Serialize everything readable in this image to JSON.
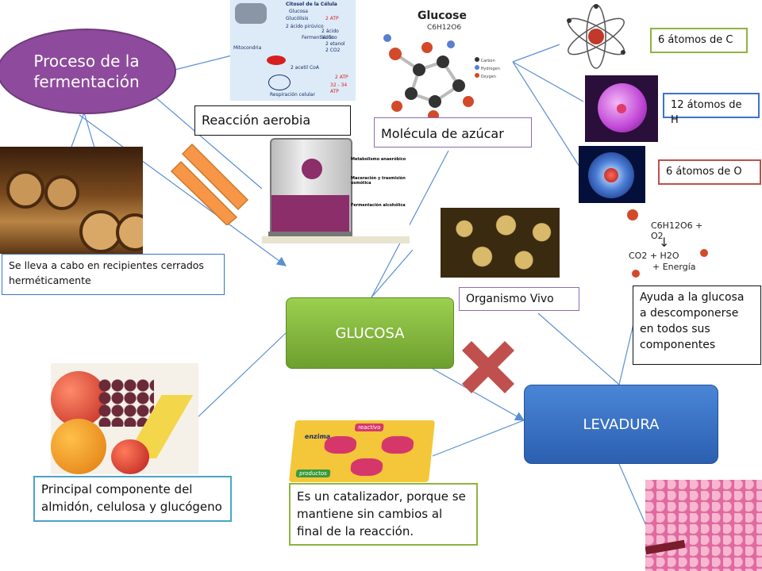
{
  "nodes": {
    "proceso": "Proceso de la fermentación",
    "glucosa": "GLUCOSA",
    "levadura": "LEVADURA"
  },
  "labels": {
    "reaccion_aerobia": "Reacción aerobia",
    "molecula_azucar": "Molécula de azúcar",
    "atomos_c": "6 átomos de C",
    "atomos_h": "12 átomos de H",
    "atomos_o": "6 átomos de O",
    "recipientes": "Se lleva a cabo en recipientes cerrados herméticamente",
    "organismo_vivo": "Organismo Vivo",
    "ayuda_glucosa": "Ayuda a la glucosa a descomponerse en todos sus componentes",
    "principal_componente": "Principal componente del almidón, celulosa y glucógeno",
    "catalizador": "Es un catalizador, porque se mantiene sin cambios al final de la reacción."
  },
  "figures": {
    "glucose_title": "Glucose",
    "glucose_formula": "C6H12O6",
    "glucose_legend": [
      "Carbon",
      "Hydrogen",
      "Oxygen"
    ],
    "cell_title": "Citosol de la Célula",
    "cell_glucosa": "Glucosa",
    "cell_glucolisis": "Glucólisis",
    "cell_atp1": "2 ATP",
    "cell_piruvico": "2 ácido pirúvico",
    "cell_lactico": "2 ácido láctico",
    "cell_fermentacion": "Fermentación",
    "cell_etanol": "2 etanol",
    "cell_co2": "2 CO2",
    "cell_mitocondria": "Mitocondria",
    "cell_acetil": "2 acetil CoA",
    "cell_atp2": "2 ATP",
    "cell_atp3": "32 - 34 ATP",
    "cell_respiracion": "Respiración celular",
    "tank_label1": "Metabolismo anaeróbico",
    "tank_label2": "Maceración y trasmisión osmótica",
    "tank_label3": "Fermentación alcohólica",
    "reaction_top": "C6H12O6 + O2",
    "reaction_bottom": "CO2 + H2O",
    "reaction_energy": "+ Energía",
    "enzyme_label": "enzima",
    "enzyme_reactivo": "reactivo",
    "enzyme_productos": "productos"
  },
  "colors": {
    "proceso_node": "#8e4a9c",
    "glucosa_node": "#7fb33a",
    "levadura_node": "#3a74c9",
    "connector": "#5b8fd3",
    "cross": "#c0504d",
    "equals": "#f79646"
  }
}
